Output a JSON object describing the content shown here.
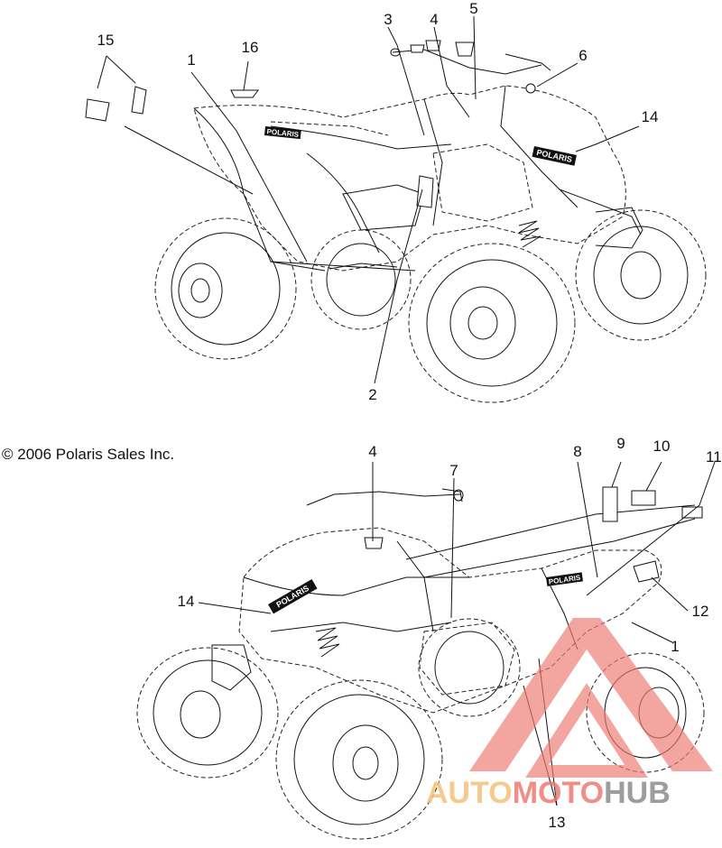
{
  "copyright": "© 2006 Polaris Sales Inc.",
  "decal_brand": "POLARIS",
  "watermark": {
    "text_a": "AUTO",
    "text_b": "MOTO",
    "text_c": "HUB",
    "color_a": "#f5c07a",
    "color_b": "#ee7a73",
    "color_c": "#8c8c8c"
  },
  "callouts_top": [
    "15",
    "16",
    "1",
    "3",
    "4",
    "5",
    "6",
    "14",
    "2"
  ],
  "callouts_bottom": [
    "4",
    "7",
    "8",
    "9",
    "10",
    "11",
    "14",
    "12",
    "1",
    "13"
  ]
}
